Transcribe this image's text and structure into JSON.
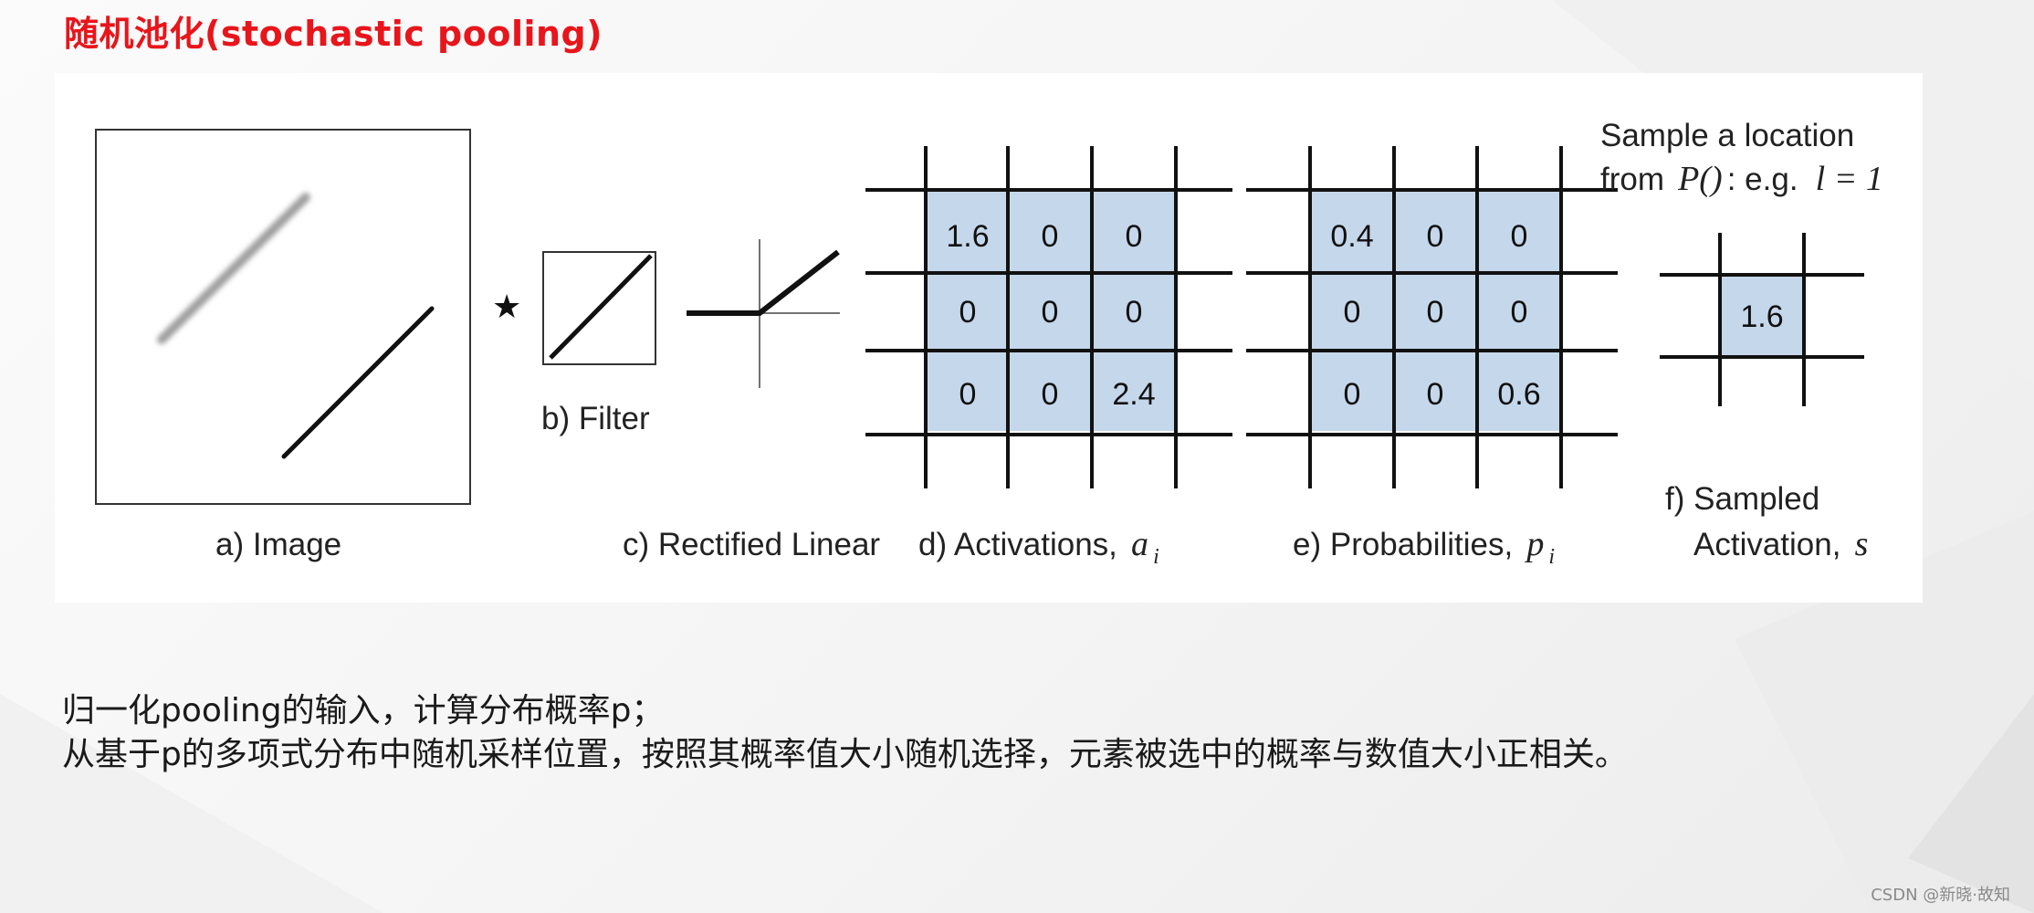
{
  "slide": {
    "title": "随机池化(stochastic pooling)",
    "watermark": "CSDN @新晓·故知"
  },
  "figure": {
    "panel_a_label": "a) Image",
    "convolution_symbol": "★",
    "panel_b_label": "b) Filter",
    "panel_c_label": "c) Rectified Linear",
    "panel_d_label": "d) Activations,",
    "panel_d_symbol": "a",
    "panel_d_subscript": "i",
    "activations": [
      [
        "1.6",
        "0",
        "0"
      ],
      [
        "0",
        "0",
        "0"
      ],
      [
        "0",
        "0",
        "2.4"
      ]
    ],
    "panel_e_label": "e) Probabilities,",
    "panel_e_symbol": "p",
    "panel_e_subscript": "i",
    "probabilities": [
      [
        "0.4",
        "0",
        "0"
      ],
      [
        "0",
        "0",
        "0"
      ],
      [
        "0",
        "0",
        "0.6"
      ]
    ],
    "sample_line1": "Sample a location",
    "sample_line2_prefix": "from",
    "sample_line2_func": "P()",
    "sample_line2_mid": ": e.g.",
    "sample_line2_eq": "l = 1",
    "sampled_value": "1.6",
    "panel_f_label_line1": "f) Sampled",
    "panel_f_label_line2": "Activation,",
    "panel_f_symbol": "s",
    "cell_fill": "#c5d7ea"
  },
  "description": {
    "line1": "归一化pooling的输入，计算分布概率p；",
    "line2": "从基于p的多项式分布中随机采样位置，按照其概率值大小随机选择，元素被选中的概率与数值大小正相关。"
  }
}
